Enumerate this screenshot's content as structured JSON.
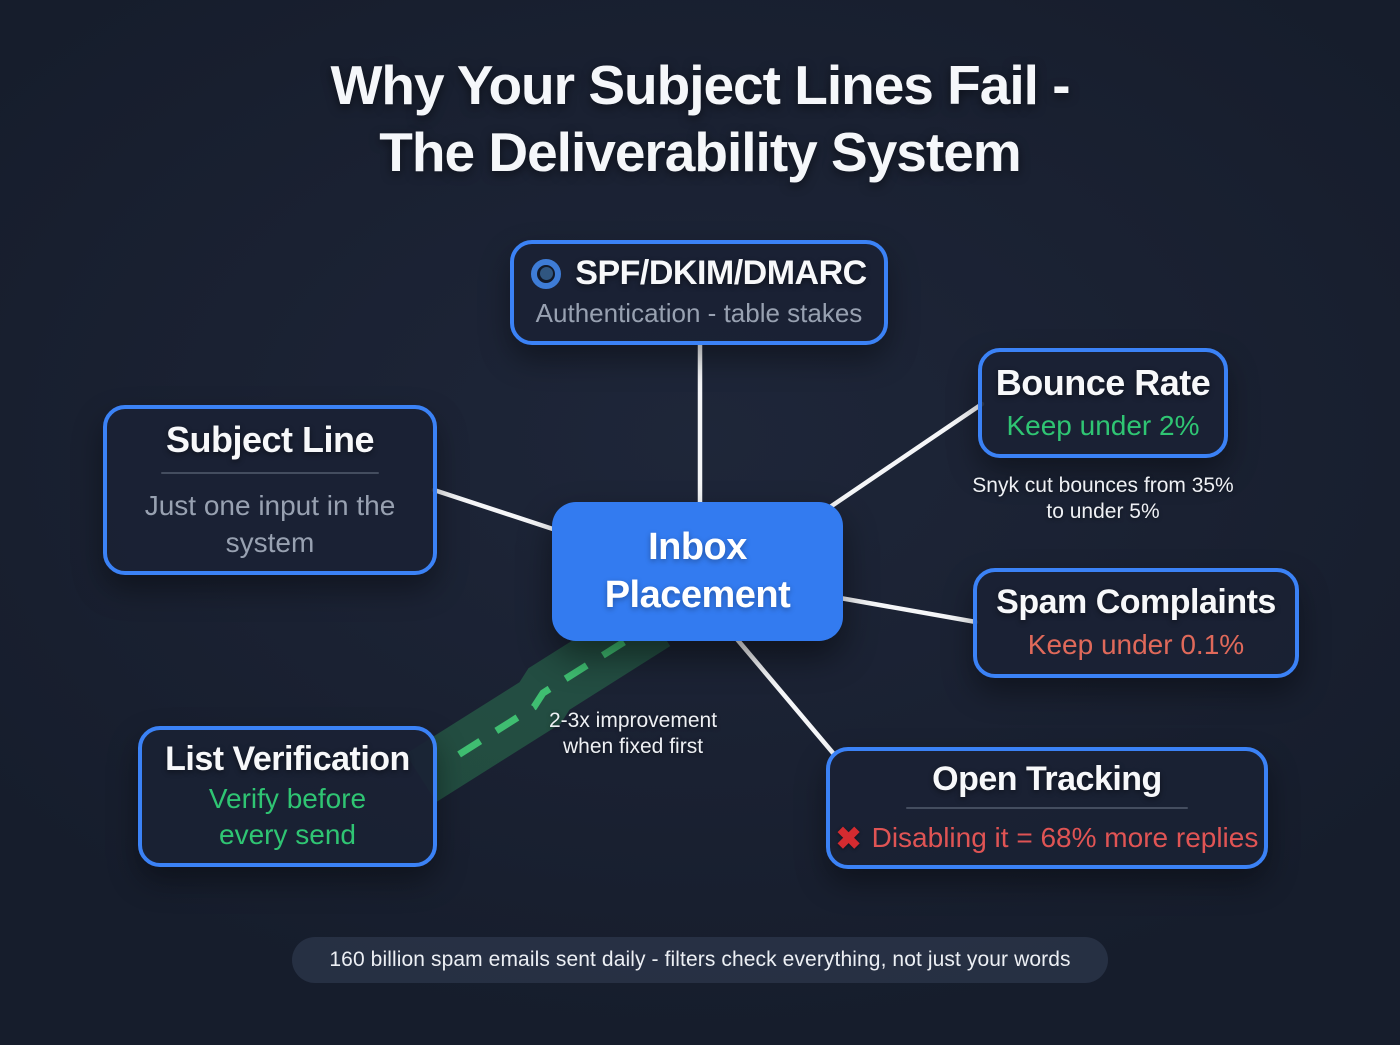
{
  "title": {
    "line1": "Why Your Subject Lines Fail -",
    "line2": "The Deliverability System"
  },
  "center_node": {
    "label": "Inbox Placement"
  },
  "nodes": {
    "spf": {
      "icon": "ring-target-icon",
      "title": "SPF/DKIM/DMARC",
      "subtitle": "Authentication - table stakes"
    },
    "bounce_rate": {
      "title": "Bounce Rate",
      "subtitle": "Keep under 2%",
      "note": "Snyk cut bounces from 35% to under 5%"
    },
    "subject_line": {
      "title": "Subject Line",
      "subtitle": "Just one input in the system"
    },
    "spam_complaints": {
      "title": "Spam Complaints",
      "subtitle": "Keep under 0.1%"
    },
    "list_verification": {
      "title": "List Verification",
      "subtitle": "Verify before every send"
    },
    "open_tracking": {
      "icon": "x-mark-icon",
      "title": "Open Tracking",
      "subtitle": "Disabling it = 68% more replies"
    }
  },
  "green_path": {
    "note": "2-3x improvement when fixed first"
  },
  "footer": {
    "text": "160 billion spam emails sent daily - filters check everything, not just your words"
  },
  "colors": {
    "background": "#1a2132",
    "accent_blue": "#3b82f6",
    "center_blue": "#337bf0",
    "green_text": "#2fc573",
    "green_band": "#2e8a57",
    "green_dash": "#3fbe71",
    "salmon_text": "#e0695a",
    "red_text": "#e05454",
    "x_red": "#d42b30",
    "grey_text": "#98a1b1",
    "connector_white": "#f5f6f8",
    "pill_bg": "#424e68"
  }
}
